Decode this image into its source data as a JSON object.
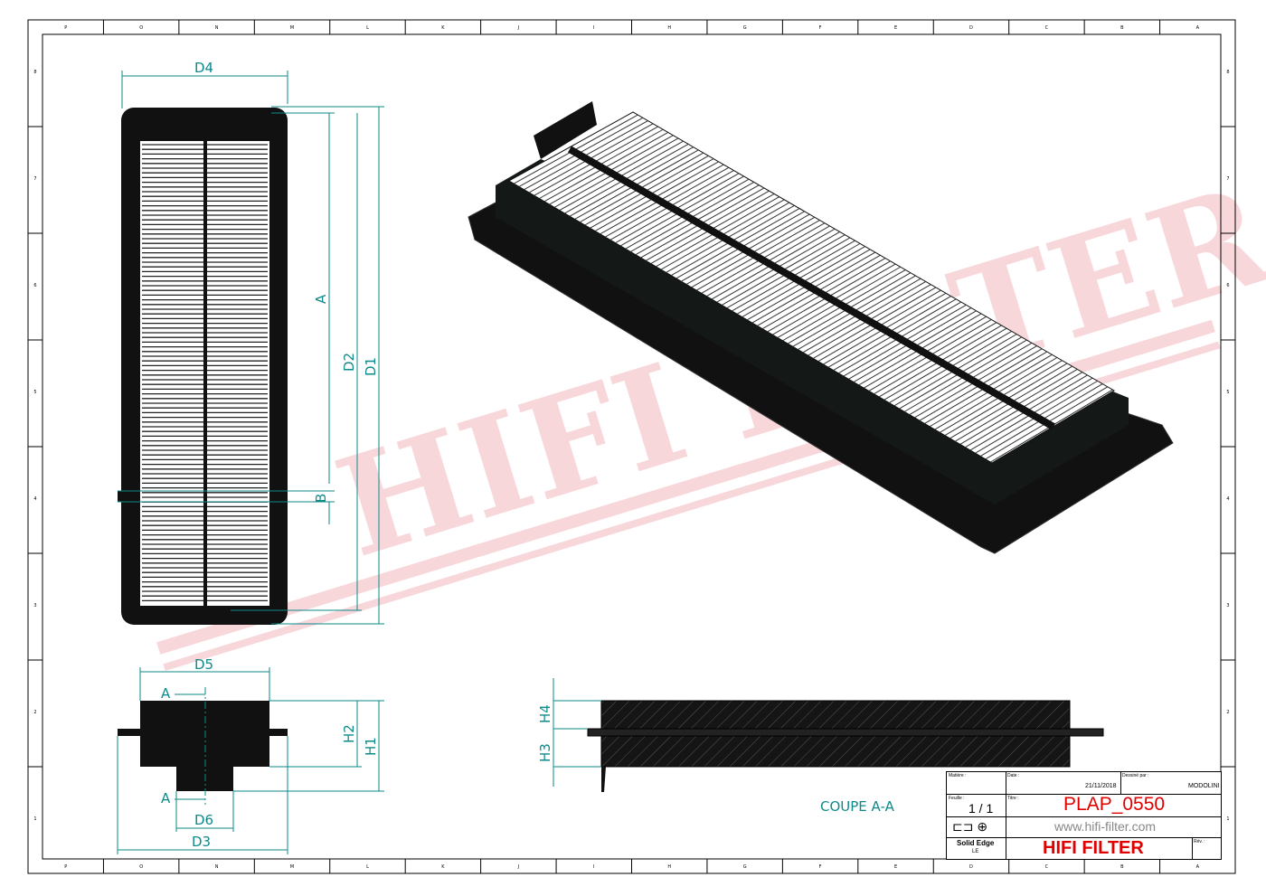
{
  "border": {
    "columns": [
      "P",
      "O",
      "N",
      "M",
      "L",
      "K",
      "J",
      "I",
      "H",
      "G",
      "F",
      "E",
      "D",
      "C",
      "B",
      "A"
    ],
    "rows": [
      "8",
      "7",
      "6",
      "5",
      "4",
      "3",
      "2",
      "1"
    ]
  },
  "dimensions": {
    "d4": "D4",
    "a": "A",
    "d2": "D2",
    "d1": "D1",
    "b": "B",
    "d5": "D5",
    "h2": "H2",
    "h1": "H1",
    "d6": "D6",
    "d3": "D3",
    "h4": "H4",
    "h3": "H3",
    "section_mark": "A"
  },
  "section_caption": "COUPE A-A",
  "watermark": "HIFI FILTER",
  "title_block": {
    "matiere_label": "Matière :",
    "date_label": "Date :",
    "date": "21/11/2018",
    "dessine_label": "Dessiné par :",
    "dessine": "MODOLINI",
    "feuille_label": "Feuille :",
    "feuille": "1 / 1",
    "titre_label": "Titre :",
    "titre": "PLAP_0550",
    "website": "www.hifi-filter.com",
    "software": "Solid Edge",
    "software_sub": "LE",
    "brand": "HIFI FILTER",
    "rev_label": "Rév. :"
  },
  "colors": {
    "dimension": "#0e8a8a",
    "brand": "#e00000",
    "watermark": "#f6c6cc"
  }
}
